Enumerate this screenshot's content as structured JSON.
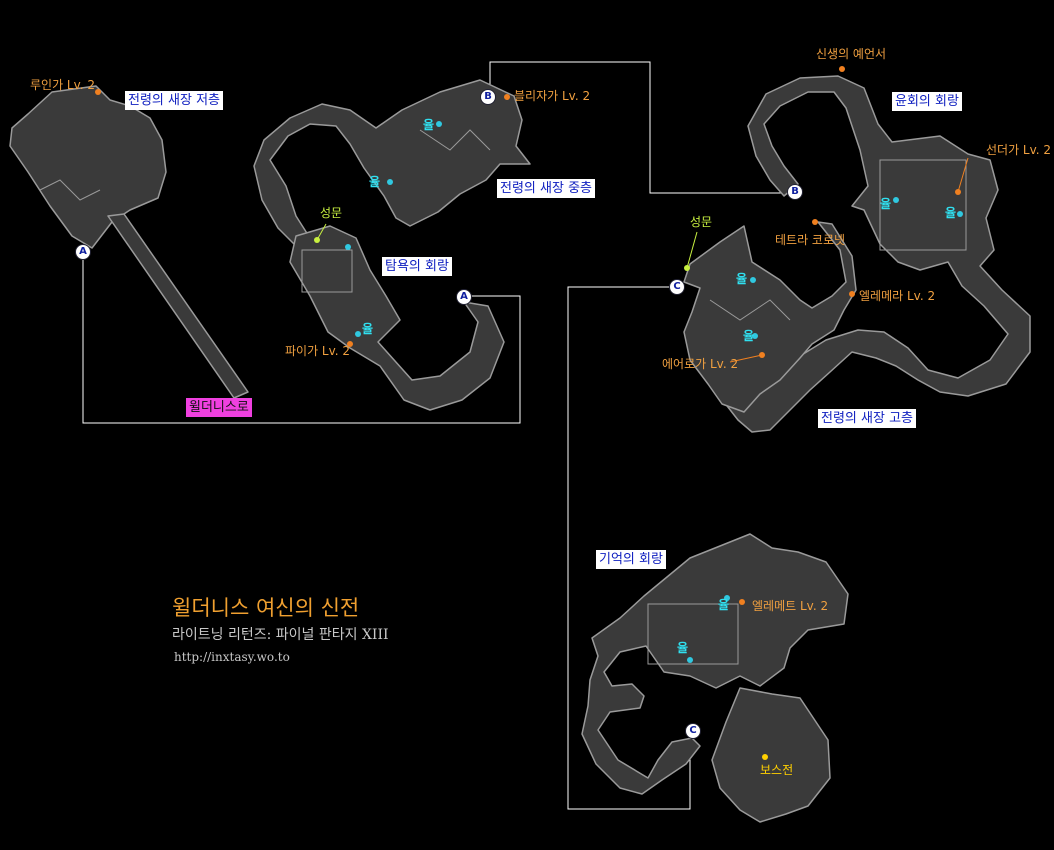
{
  "title": "윌더니스 여신의 신전",
  "subtitle": "라이트닝 리턴즈: 파이널 판타지 XIII",
  "url": "http://inxtasy.wo.to",
  "colors": {
    "floor": "#3a3a3a",
    "outline": "#9a9a9a",
    "connector": "#ffffff",
    "npc": "#f08020",
    "gate": "#c8f040",
    "vessel": "#30c8e0",
    "boss": "#ffd000"
  },
  "areas": [
    {
      "id": "lower",
      "text": "전령의 새장 저층"
    },
    {
      "id": "middle",
      "text": "전령의 새장 중층"
    },
    {
      "id": "greed",
      "text": "탐욕의 회랑"
    },
    {
      "id": "samsara",
      "text": "윤회의 회랑"
    },
    {
      "id": "upper",
      "text": "전령의 새장 고층"
    },
    {
      "id": "memory",
      "text": "기억의 회랑"
    },
    {
      "id": "road",
      "text": "윌더니스로"
    }
  ],
  "gates": [
    {
      "id": "a1",
      "text": "A"
    },
    {
      "id": "a2",
      "text": "A"
    },
    {
      "id": "b1",
      "text": "B"
    },
    {
      "id": "b2",
      "text": "B"
    },
    {
      "id": "c1",
      "text": "C"
    },
    {
      "id": "c2",
      "text": "C"
    }
  ],
  "npcs": [
    {
      "id": "ruin",
      "text": "루인가 Lv. 2"
    },
    {
      "id": "bliza",
      "text": "블리자가 Lv. 2"
    },
    {
      "id": "pyra",
      "text": "파이가 Lv. 2"
    },
    {
      "id": "newborn",
      "text": "신생의 예언서"
    },
    {
      "id": "thunder",
      "text": "선더가 Lv. 2"
    },
    {
      "id": "tetra",
      "text": "테트라 코로넷"
    },
    {
      "id": "elemera",
      "text": "엘레메라 Lv. 2"
    },
    {
      "id": "aero",
      "text": "에어로가 Lv. 2"
    },
    {
      "id": "elemente",
      "text": "엘레메트 Lv. 2"
    }
  ],
  "gate_labels": [
    {
      "id": "g1",
      "text": "성문"
    },
    {
      "id": "g2",
      "text": "성문"
    }
  ],
  "vessels": [
    {
      "id": "v1",
      "text": "율"
    },
    {
      "id": "v2",
      "text": "율"
    },
    {
      "id": "v3",
      "text": "율"
    },
    {
      "id": "v4",
      "text": "율"
    },
    {
      "id": "v5",
      "text": "율"
    },
    {
      "id": "v6",
      "text": "율"
    },
    {
      "id": "v7",
      "text": "율"
    },
    {
      "id": "v8",
      "text": "율"
    },
    {
      "id": "v9",
      "text": "율"
    }
  ],
  "boss": {
    "text": "보스전"
  }
}
